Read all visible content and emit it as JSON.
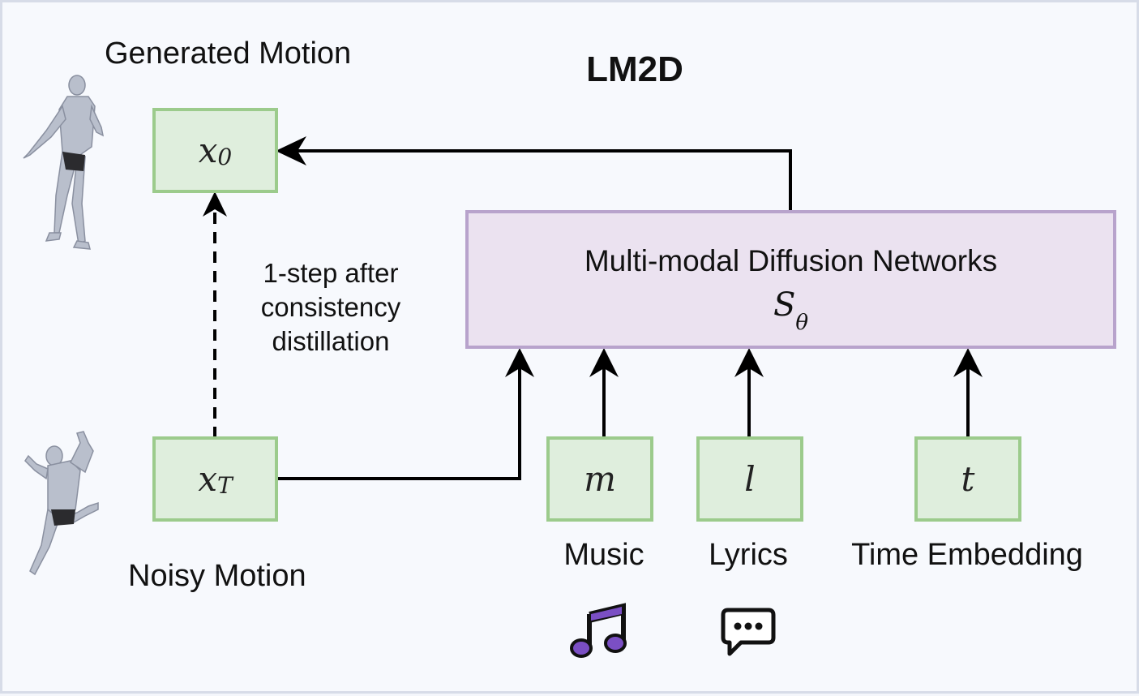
{
  "title": "LM2D",
  "labels": {
    "generated": "Generated Motion",
    "noisy": "Noisy Motion",
    "step_text": "1-step after consistency distillation"
  },
  "nodes": {
    "x0": {
      "base": "x",
      "sub": "0"
    },
    "xT": {
      "base": "x",
      "sub": "T"
    },
    "m": {
      "symbol": "m",
      "caption": "Music"
    },
    "l": {
      "symbol": "l",
      "caption": "Lyrics"
    },
    "t": {
      "symbol": "t",
      "caption": "Time Embedding"
    }
  },
  "network": {
    "name": "Multi-modal Diffusion Networks",
    "symbol_base": "S",
    "symbol_sub": "θ"
  },
  "icons": {
    "music": "music-note-icon",
    "lyrics": "speech-bubble-icon",
    "figure": "human-figure-icon"
  },
  "colors": {
    "input_fill": "#dfeedd",
    "input_border": "#9ccb8c",
    "network_fill": "#ebe2f0",
    "network_border": "#b8a3cc",
    "icon_purple": "#7b4fc4"
  }
}
